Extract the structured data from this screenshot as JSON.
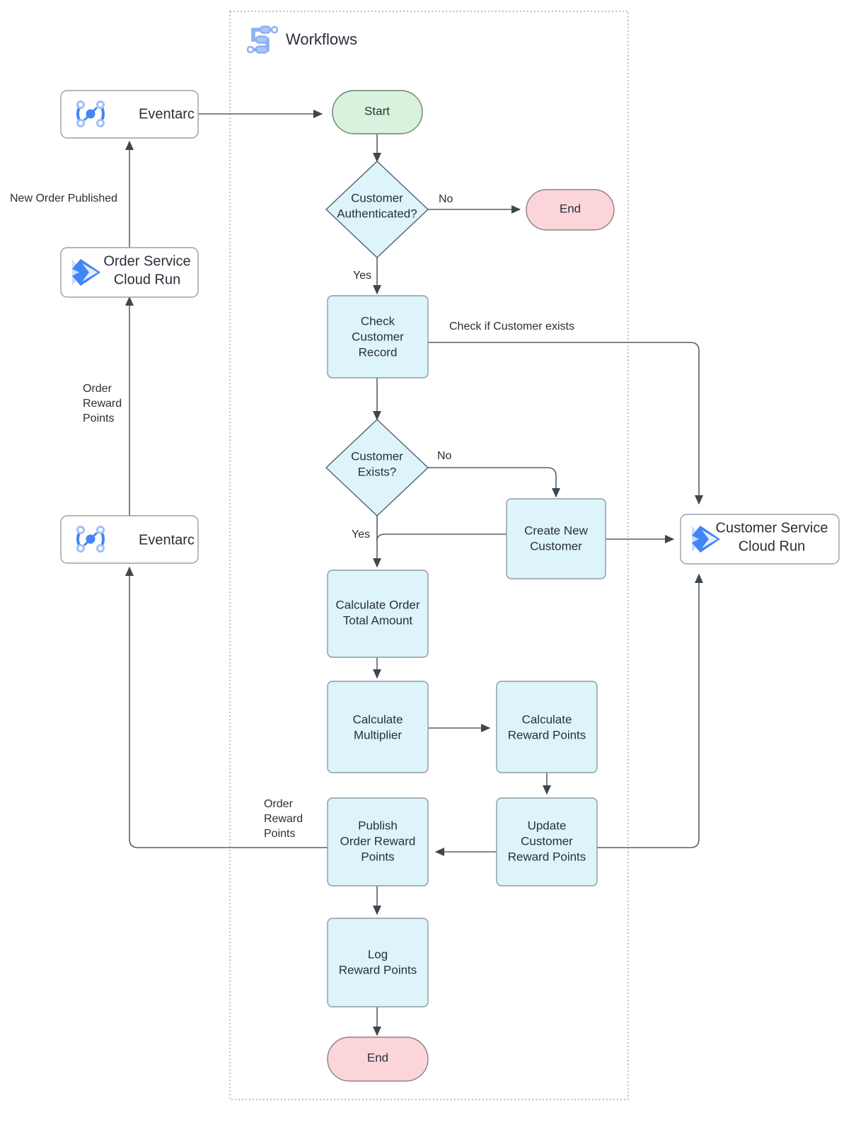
{
  "group": {
    "title": "Workflows",
    "icon": "workflows-icon"
  },
  "colors": {
    "process_fill": "#ddf4fb",
    "start_fill": "#d9f2dd",
    "end_fill": "#fbd5d9",
    "service_fill": "#ffffff",
    "edge_stroke": "#57606a",
    "google_blue": "#4285f4",
    "google_blue_light": "#a5c2f7",
    "text": "#2a2f38"
  },
  "external_nodes": {
    "eventarc_top": {
      "label": "Eventarc",
      "icon": "eventarc-icon"
    },
    "order_service": {
      "label_line1": "Order Service",
      "label_line2": "Cloud Run",
      "icon": "cloud-run-icon"
    },
    "eventarc_bottom": {
      "label": "Eventarc",
      "icon": "eventarc-icon"
    },
    "customer_service": {
      "label_line1": "Customer Service",
      "label_line2": "Cloud Run",
      "icon": "cloud-run-icon"
    }
  },
  "nodes": {
    "start": {
      "label": "Start"
    },
    "customer_authenticated": {
      "line1": "Customer",
      "line2": "Authenticated?"
    },
    "end_top": {
      "label": "End"
    },
    "check_customer_record": {
      "line1": "Check",
      "line2": "Customer",
      "line3": "Record"
    },
    "customer_exists": {
      "line1": "Customer",
      "line2": "Exists?"
    },
    "create_new_customer": {
      "line1": "Create New",
      "line2": "Customer"
    },
    "calculate_order_total": {
      "line1": "Calculate Order",
      "line2": "Total Amount"
    },
    "calculate_multiplier": {
      "line1": "Calculate",
      "line2": "Multiplier"
    },
    "calculate_reward_points": {
      "line1": "Calculate",
      "line2": "Reward Points"
    },
    "update_customer_reward_points": {
      "line1": "Update",
      "line2": "Customer",
      "line3": "Reward Points"
    },
    "publish_order_reward_points": {
      "line1": "Publish",
      "line2": "Order Reward",
      "line3": "Points"
    },
    "log_reward_points": {
      "line1": "Log",
      "line2": "Reward Points"
    },
    "end_bottom": {
      "label": "End"
    }
  },
  "edge_labels": {
    "new_order_published": "New Order Published",
    "order_reward_points_left": {
      "line1": "Order",
      "line2": "Reward",
      "line3": "Points"
    },
    "order_reward_points_mid": {
      "line1": "Order",
      "line2": "Reward",
      "line3": "Points"
    },
    "auth_no": "No",
    "auth_yes": "Yes",
    "check_if_customer_exists": "Check if Customer exists",
    "exists_no": "No",
    "exists_yes": "Yes"
  }
}
